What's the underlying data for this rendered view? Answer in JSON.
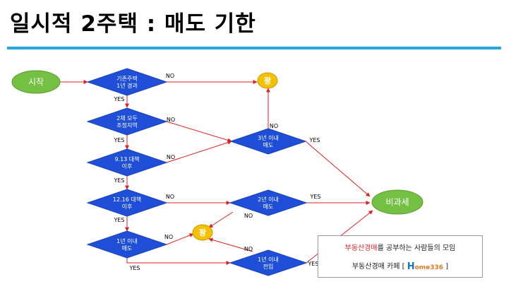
{
  "title": "일시적 2주택 : 매도 기한",
  "colors": {
    "accent_line": "#29a3dc",
    "diamond": "#1f4fd9",
    "start_node": "#74c043",
    "end_node": "#74c043",
    "pang_node": "#f5c000",
    "edge": "#e02020"
  },
  "nodes": {
    "start": "시작",
    "q1_line1": "기존주택",
    "q1_line2": "1년 경과",
    "q2_line1": "2채 모두",
    "q2_line2": "조정지역",
    "q3_line1": "9.13 대책",
    "q3_line2": "이후",
    "q4_line1": "12.16 대책",
    "q4_line2": "이후",
    "q5_line1": "1년 이내",
    "q5_line2": "매도",
    "q6_line1": "3년 이내",
    "q6_line2": "매도",
    "q7_line1": "2년 이내",
    "q7_line2": "매도",
    "q8_line1": "1년 이내",
    "q8_line2": "전입",
    "pang_top": "꽝",
    "pang_bottom": "꽝",
    "end": "비과세"
  },
  "edges": {
    "q1_no": "NO",
    "q1_yes": "YES",
    "q2_no": "NO",
    "q2_yes": "YES",
    "q3_no": "NO",
    "q3_yes": "YES",
    "q4_no": "NO",
    "q4_yes": "YES",
    "q5_no": "NO",
    "q5_yes": "YES",
    "q6_no": "NO",
    "q6_yes": "YES",
    "q7_no": "NO",
    "q7_yes": "YES",
    "q8_no": "NO",
    "q8_yes": "YES"
  },
  "note": {
    "highlight": "부동산경매",
    "line1_rest": "를 공부하는 사람들의 모임",
    "line2_prefix": "부동산경매 카페 [",
    "logo_letter": "H",
    "logo_rest": "ome336",
    "line2_suffix": "]"
  }
}
